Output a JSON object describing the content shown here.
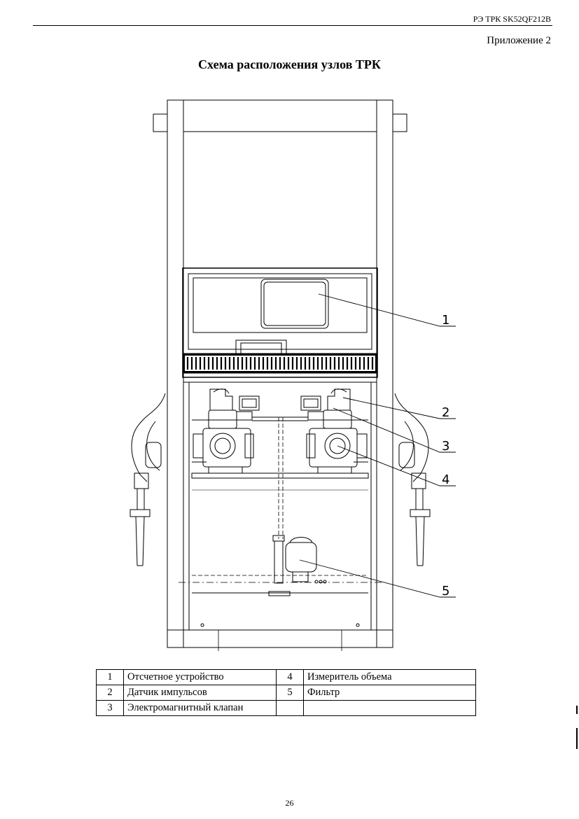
{
  "header": {
    "doc_code": "РЭ ТРК SK52QF212B"
  },
  "appendix_label": "Приложение 2",
  "title": "Схема расположения узлов ТРК",
  "callouts": [
    "1",
    "2",
    "3",
    "4",
    "5"
  ],
  "legend": [
    {
      "n1": "1",
      "name1": "Отсчетное устройство",
      "n2": "4",
      "name2": "Измеритель объема"
    },
    {
      "n1": "2",
      "name1": "Датчик импульсов",
      "n2": "5",
      "name2": "Фильтр"
    },
    {
      "n1": "3",
      "name1": "Электромагнитный клапан",
      "n2": "",
      "name2": ""
    }
  ],
  "page_number": "26"
}
